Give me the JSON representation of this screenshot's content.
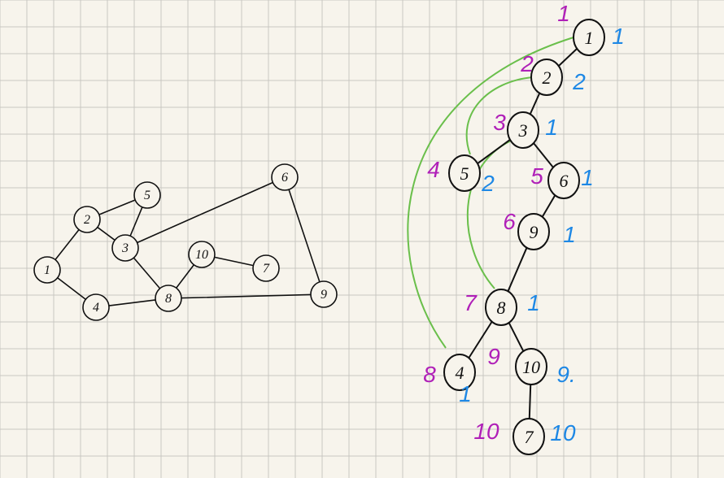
{
  "graph": {
    "nodes": [
      {
        "id": "1",
        "label": "1"
      },
      {
        "id": "2",
        "label": "2"
      },
      {
        "id": "3",
        "label": "3"
      },
      {
        "id": "4",
        "label": "4"
      },
      {
        "id": "5",
        "label": "5"
      },
      {
        "id": "6",
        "label": "6"
      },
      {
        "id": "7",
        "label": "7"
      },
      {
        "id": "8",
        "label": "8"
      },
      {
        "id": "9",
        "label": "9"
      },
      {
        "id": "10",
        "label": "10"
      }
    ],
    "edges": [
      [
        "1",
        "2"
      ],
      [
        "1",
        "4"
      ],
      [
        "2",
        "5"
      ],
      [
        "2",
        "3"
      ],
      [
        "3",
        "5"
      ],
      [
        "3",
        "6"
      ],
      [
        "3",
        "8"
      ],
      [
        "4",
        "8"
      ],
      [
        "8",
        "10"
      ],
      [
        "10",
        "7"
      ],
      [
        "8",
        "9"
      ],
      [
        "6",
        "9"
      ]
    ]
  },
  "dfs_tree": {
    "nodes": [
      {
        "id": "1",
        "label": "1",
        "dfn": "1",
        "low": "1"
      },
      {
        "id": "2",
        "label": "2",
        "dfn": "2",
        "low": "2"
      },
      {
        "id": "3",
        "label": "3",
        "dfn": "3",
        "low": "1"
      },
      {
        "id": "5",
        "label": "5",
        "dfn": "4",
        "low": "2"
      },
      {
        "id": "6",
        "label": "6",
        "dfn": "5",
        "low": "1"
      },
      {
        "id": "9",
        "label": "9",
        "dfn": "6",
        "low": "1"
      },
      {
        "id": "8",
        "label": "8",
        "dfn": "7",
        "low": "1"
      },
      {
        "id": "4",
        "label": "4",
        "dfn": "8",
        "low": "1"
      },
      {
        "id": "10",
        "label": "10",
        "dfn": "9",
        "low": "9."
      },
      {
        "id": "7",
        "label": "7",
        "dfn": "10",
        "low": "10"
      }
    ],
    "tree_edges": [
      [
        "1",
        "2"
      ],
      [
        "2",
        "3"
      ],
      [
        "3",
        "5"
      ],
      [
        "3",
        "6"
      ],
      [
        "6",
        "9"
      ],
      [
        "9",
        "8"
      ],
      [
        "8",
        "4"
      ],
      [
        "8",
        "10"
      ],
      [
        "10",
        "7"
      ]
    ],
    "back_edges": [
      [
        "4",
        "1"
      ],
      [
        "5",
        "2"
      ],
      [
        "8",
        "3"
      ]
    ]
  },
  "colors": {
    "grid": "#c9c7c2",
    "background": "#f7f4ec",
    "ink": "#111111",
    "back_edge": "#6abf4b",
    "dfn": "#b020b8",
    "low": "#1e88e5"
  }
}
